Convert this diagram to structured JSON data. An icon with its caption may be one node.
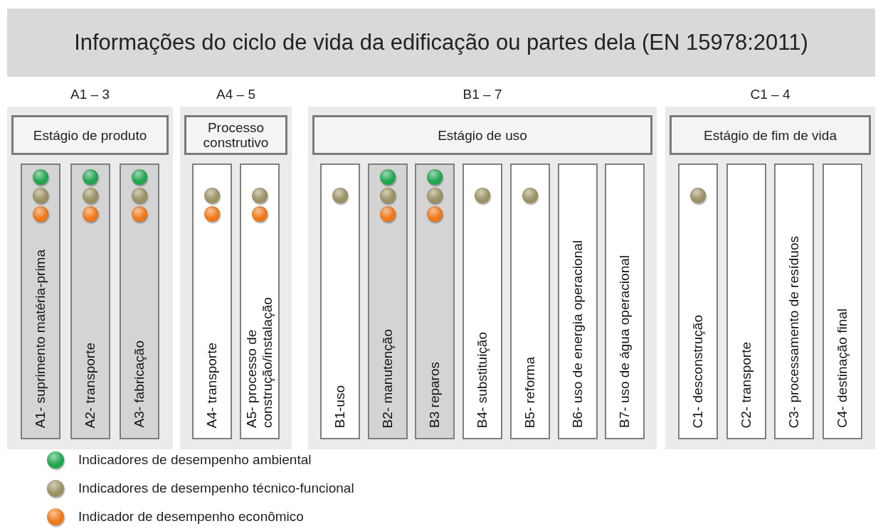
{
  "diagram": {
    "title": "Informações do ciclo de vida da edificação ou partes dela (EN 15978:2011)",
    "nodes": [
      {
        "text": [
          "A1 – 3"
        ]
      },
      {
        "text": [
          "Estágio de produto"
        ],
        "in": 0
      },
      {
        "text": [
          "A1- suprimento matéria-prima"
        ],
        "in": 0
      },
      {
        "text": [],
        "shape": "circle",
        "in": 2
      },
      {
        "text": [],
        "shape": "circle",
        "in": 2
      },
      {
        "text": [],
        "shape": "circle",
        "in": 2
      },
      {
        "text": [
          "A2- transporte"
        ],
        "in": 0
      },
      {
        "text": [],
        "shape": "circle",
        "in": 6
      },
      {
        "text": [],
        "shape": "circle",
        "in": 6
      },
      {
        "text": [],
        "shape": "circle",
        "in": 6
      },
      {
        "text": [
          "A3- fabricação"
        ],
        "in": 0
      },
      {
        "text": [],
        "shape": "circle",
        "in": 10
      },
      {
        "text": [],
        "shape": "circle",
        "in": 10
      },
      {
        "text": [],
        "shape": "circle",
        "in": 10
      },
      {
        "text": [
          "A4 – 5"
        ]
      },
      {
        "text": [
          "Processo construtivo"
        ],
        "in": 14
      },
      {
        "text": [
          "A4- transporte"
        ],
        "in": 14
      },
      {
        "text": [],
        "shape": "circle",
        "in": 16
      },
      {
        "text": [],
        "shape": "circle",
        "in": 16
      },
      {
        "text": [
          "A5- processo de construção/instalação"
        ],
        "in": 14
      },
      {
        "text": [],
        "shape": "circle",
        "in": 19
      },
      {
        "text": [],
        "shape": "circle",
        "in": 19
      },
      {
        "text": [
          "B1 – 7"
        ]
      },
      {
        "text": [
          "Estágio de uso"
        ],
        "in": 22
      },
      {
        "text": [
          "B1-uso"
        ],
        "in": 22
      },
      {
        "text": [],
        "shape": "circle",
        "in": 24
      },
      {
        "text": [
          "B2- manutenção"
        ],
        "in": 22
      },
      {
        "text": [],
        "shape": "circle",
        "in": 26
      },
      {
        "text": [],
        "shape": "circle",
        "in": 26
      },
      {
        "text": [],
        "shape": "circle",
        "in": 26
      },
      {
        "text": [
          "B3 reparos"
        ],
        "in": 22
      },
      {
        "text": [],
        "shape": "circle",
        "in": 30
      },
      {
        "text": [],
        "shape": "circle",
        "in": 30
      },
      {
        "text": [],
        "shape": "circle",
        "in": 30
      },
      {
        "text": [
          "B4- substituição"
        ],
        "in": 22
      },
      {
        "text": [],
        "shape": "circle",
        "in": 34
      },
      {
        "text": [
          "B5- reforma"
        ],
        "in": 22
      },
      {
        "text": [],
        "shape": "circle",
        "in": 36
      },
      {
        "text": [
          "B6- uso de energia operacional"
        ],
        "in": 22
      },
      {
        "text": [
          "B7- uso de água operacional"
        ],
        "in": 22
      },
      {
        "text": [
          "C1 – 4"
        ]
      },
      {
        "text": [
          "Estágio de fim de vida"
        ],
        "in": 40
      },
      {
        "text": [
          "C1- desconstrução"
        ],
        "in": 40
      },
      {
        "text": [],
        "shape": "circle",
        "in": 42
      },
      {
        "text": [
          "C2- transporte"
        ],
        "in": 40
      },
      {
        "text": [
          "C3- processamento de  resíduos"
        ],
        "in": 40
      },
      {
        "text": [
          "C4- destinação final"
        ],
        "in": 40
      }
    ],
    "legend": [
      {
        "text": "Indicadores de desempenho ambiental",
        "color": "#1fa64e"
      },
      {
        "text": "Indicadores de desempenho técnico-funcional",
        "color": "#9b9163"
      },
      {
        "text": "Indicador de desempenho econômico",
        "color": "#f07818"
      }
    ]
  }
}
